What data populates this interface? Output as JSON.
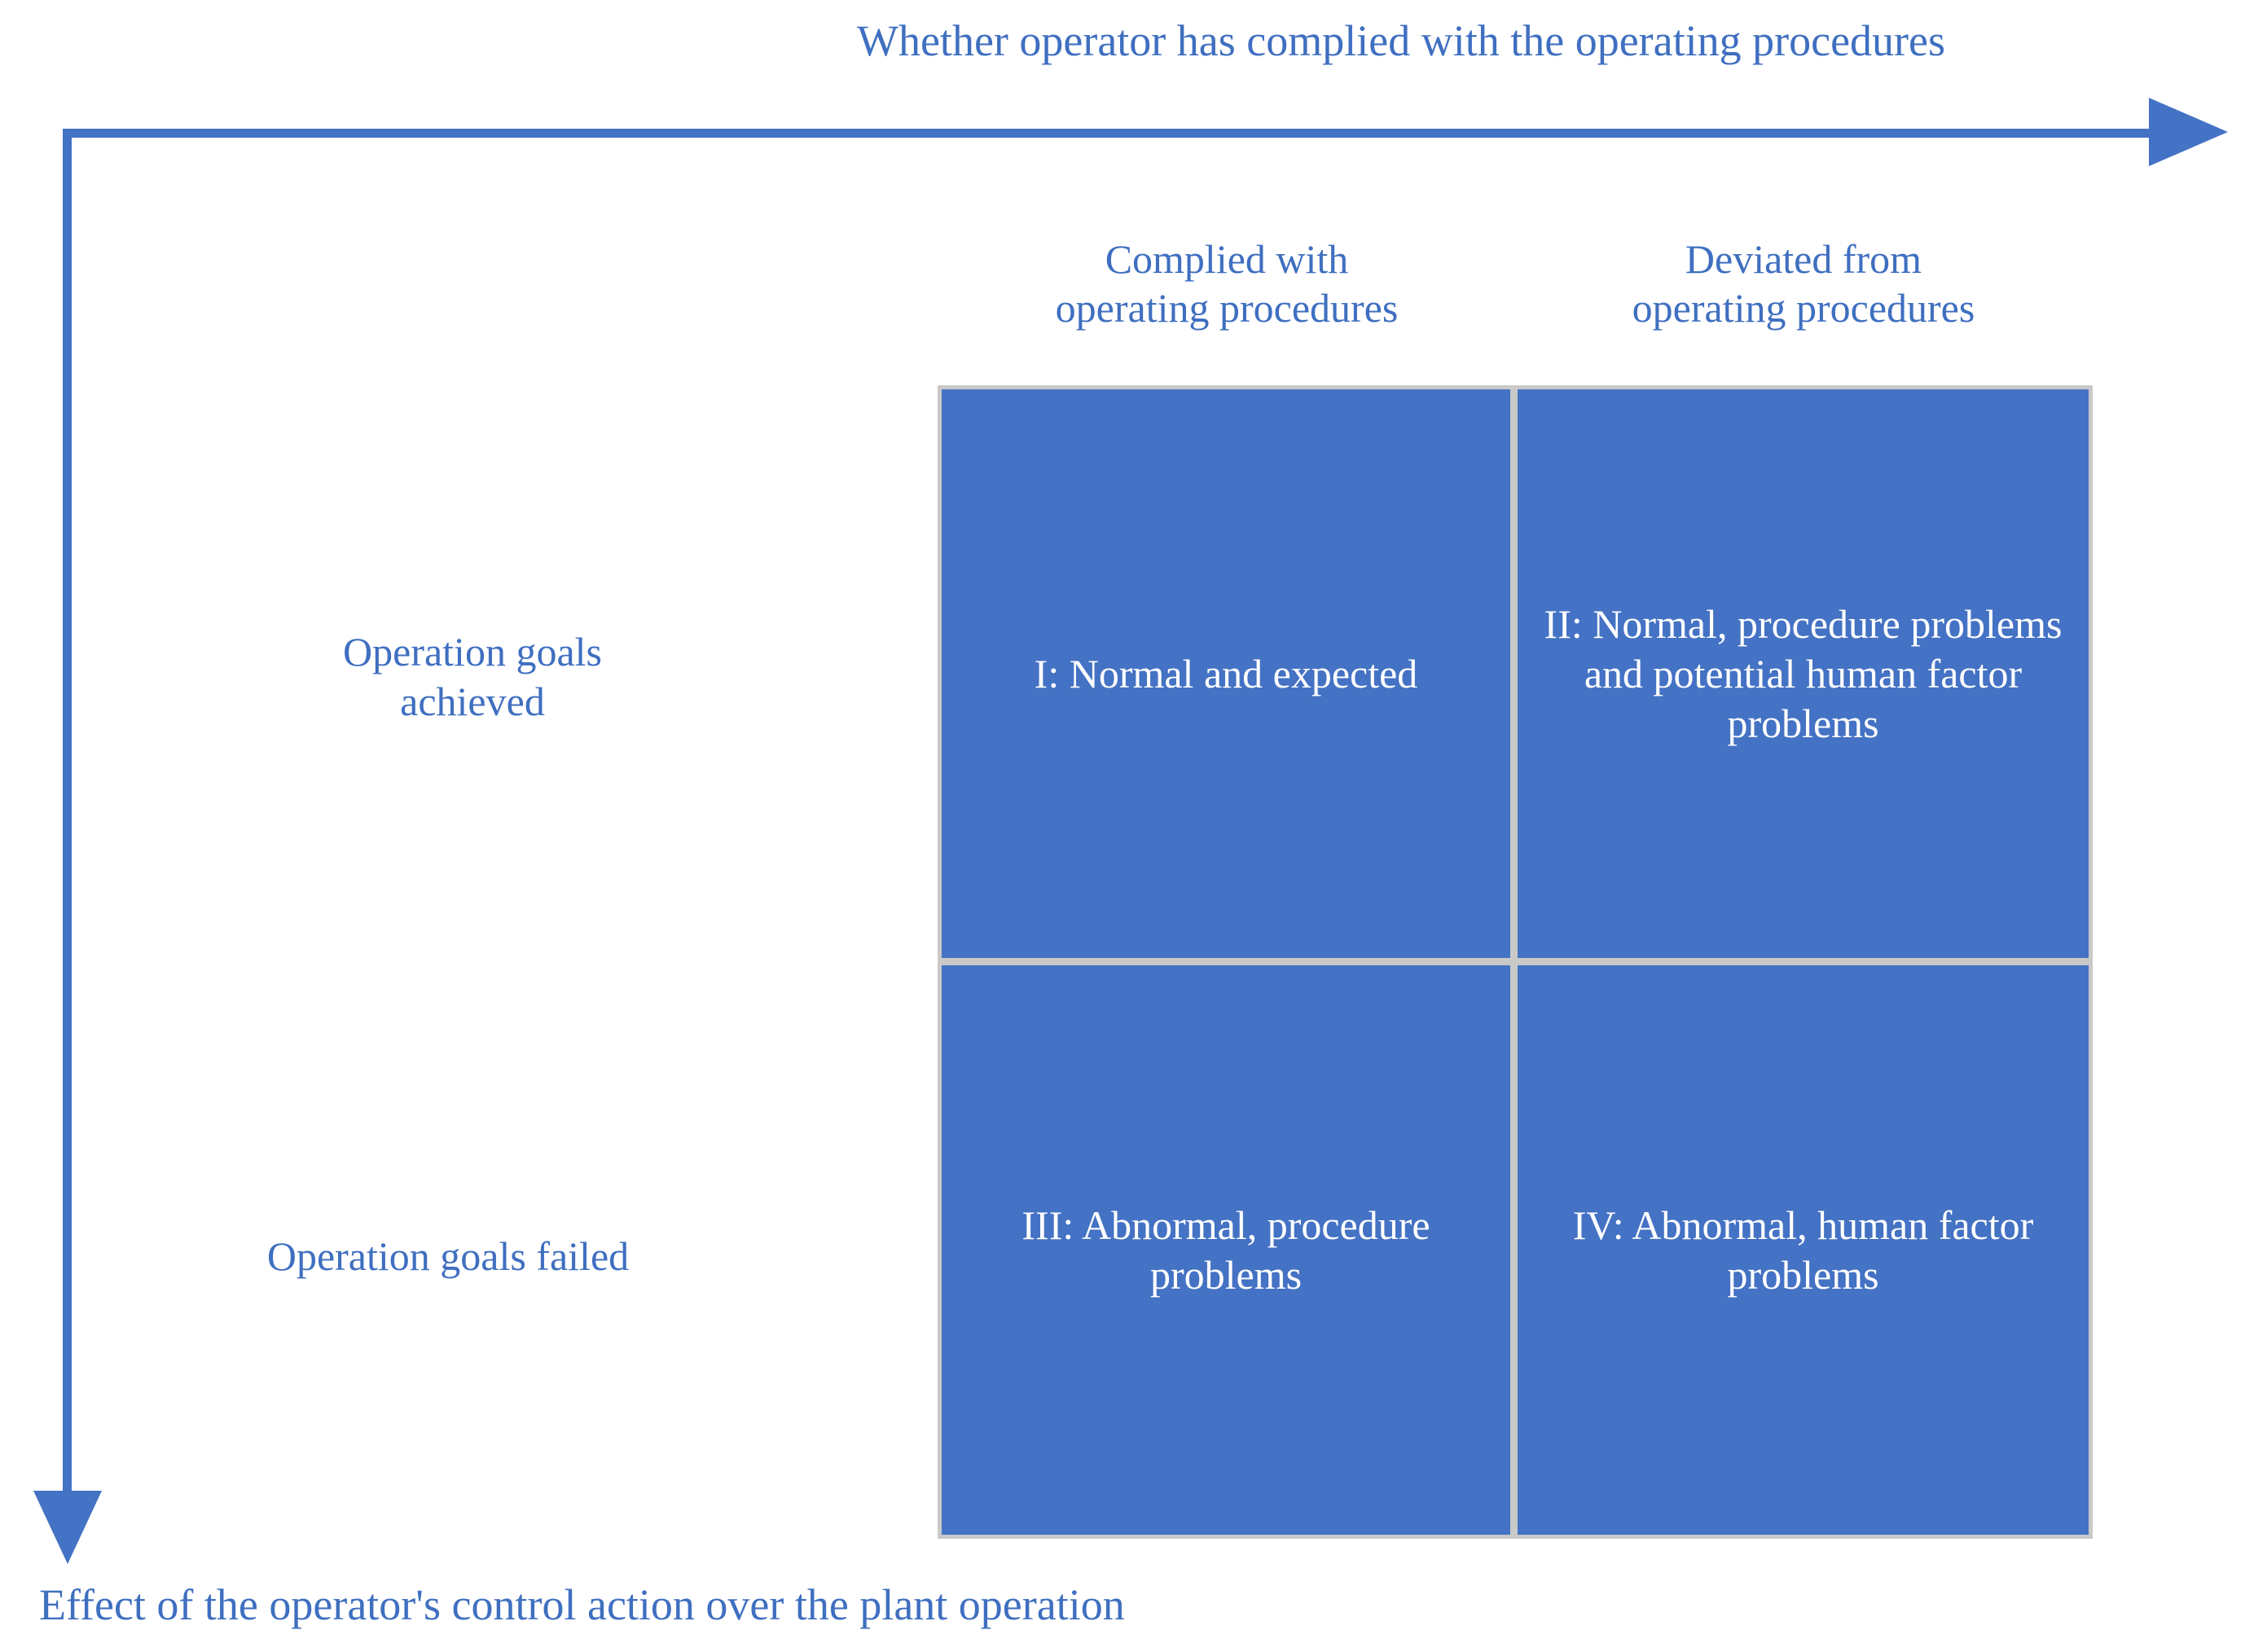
{
  "diagram": {
    "title": "Whether operator has complied with the operating procedures",
    "bottom_axis_label": "Effect of the operator's control action over the plant operation",
    "accent_color": "#4472C4",
    "text_color": "#3F6FC0",
    "cell_text_color": "#FFFFFF",
    "grid_line_color": "#C9C9C9",
    "x_axis": {
      "arrow_direction": "right",
      "columns": [
        {
          "label_line1": "Complied with",
          "label_line2": "operating procedures"
        },
        {
          "label_line1": "Deviated from",
          "label_line2": "operating procedures"
        }
      ]
    },
    "y_axis": {
      "arrow_direction": "down",
      "rows": [
        {
          "label_line1": "Operation goals",
          "label_line2": "achieved"
        },
        {
          "label_line1": "Operation goals failed",
          "label_line2": ""
        }
      ]
    },
    "quadrants": [
      {
        "id": "I",
        "position": "top-left",
        "text": "I: Normal and expected",
        "row": "Operation goals achieved",
        "column": "Complied with operating procedures"
      },
      {
        "id": "II",
        "position": "top-right",
        "text": "II: Normal, procedure problems and potential human factor problems",
        "row": "Operation goals achieved",
        "column": "Deviated from operating procedures"
      },
      {
        "id": "III",
        "position": "bottom-left",
        "text": "III: Abnormal, procedure problems",
        "row": "Operation goals failed",
        "column": "Complied with operating procedures"
      },
      {
        "id": "IV",
        "position": "bottom-right",
        "text": "IV: Abnormal, human factor problems",
        "row": "Operation goals failed",
        "column": "Deviated from operating procedures"
      }
    ]
  }
}
